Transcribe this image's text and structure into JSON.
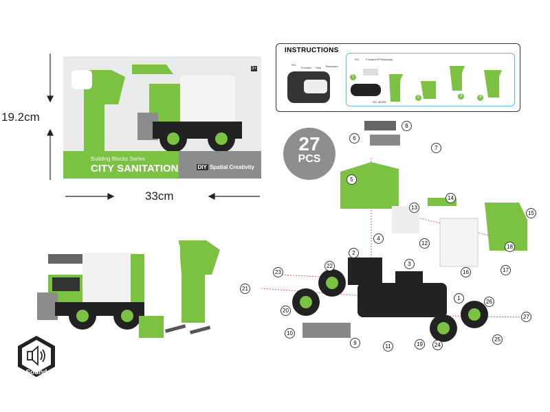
{
  "dimensions": {
    "height": "19.2cm",
    "width": "33cm"
  },
  "package": {
    "series": "Building Blocks Series",
    "title": "CITY SANITATION",
    "brand": "Spatial Creativity",
    "brand_badge": "DIY",
    "age": "3+"
  },
  "instructions": {
    "title": "INSTRUCTIONS",
    "rc_label": "R/C",
    "rc_forward": "Forward",
    "rc_stop": "Stop",
    "rc_backward": "Backward",
    "switch_labels": [
      "R/C",
      "Forward",
      "OFF",
      "Backway"
    ],
    "rc_mode": "R/C MODE",
    "steps": [
      "1",
      "2",
      "3",
      "4"
    ]
  },
  "piece_count": {
    "number": "27",
    "unit": "PCS"
  },
  "part_numbers": [
    "1",
    "2",
    "3",
    "4",
    "5",
    "6",
    "7",
    "8",
    "9",
    "10",
    "11",
    "12",
    "13",
    "14",
    "15",
    "16",
    "17",
    "18",
    "19",
    "20",
    "21",
    "22",
    "23",
    "24",
    "25",
    "26",
    "27"
  ],
  "sound_badge": {
    "label": "Sound",
    "icon": "speaker-icon"
  },
  "colors": {
    "green": "#7cc242",
    "grey": "#8e8e8e",
    "instruction_border": "#5bb8e8"
  }
}
